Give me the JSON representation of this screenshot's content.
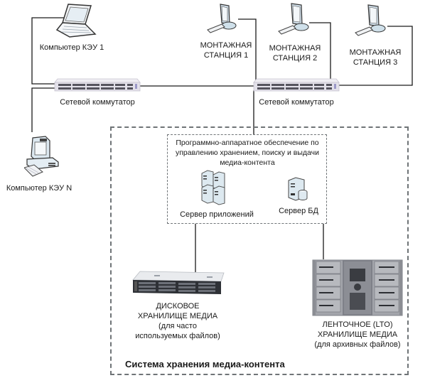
{
  "diagram": {
    "title": "Система хранения медиа-контента",
    "nodes": {
      "laptop_1": {
        "label": "Компьютер КЭУ 1",
        "icon": "laptop-icon"
      },
      "desktop_n": {
        "label": "Компьютер КЭУ N",
        "icon": "desktop-computer-icon"
      },
      "switch_left": {
        "label": "Сетевой коммутатор",
        "icon": "network-switch-icon"
      },
      "switch_right": {
        "label": "Сетевой коммутатор",
        "icon": "network-switch-icon"
      },
      "station_1": {
        "line1": "МОНТАЖНАЯ",
        "line2": "СТАНЦИЯ 1",
        "icon": "workstation-monitor-icon"
      },
      "station_2": {
        "line1": "МОНТАЖНАЯ",
        "line2": "СТАНЦИЯ 2",
        "icon": "workstation-monitor-icon"
      },
      "station_3": {
        "line1": "МОНТАЖНАЯ",
        "line2": "СТАНЦИЯ 3",
        "icon": "workstation-monitor-icon"
      },
      "software_block": {
        "line1": "Программно-аппаратное обеспечение по",
        "line2": "управлению хранением, поиску и выдачи",
        "line3": "медиа-контента"
      },
      "app_server": {
        "label": "Сервер приложений",
        "icon": "server-cluster-icon"
      },
      "db_server": {
        "label": "Сервер БД",
        "icon": "database-server-icon"
      },
      "disk_storage": {
        "line1": "ДИСКОВОЕ",
        "line2": "ХРАНИЛИЩЕ МЕДИА",
        "line3": "(для часто",
        "line4": "используемых файлов)",
        "icon": "rack-disk-storage-icon"
      },
      "tape_storage": {
        "line1": "ЛЕНТОЧНОЕ (LTO)",
        "line2": "ХРАНИЛИЩЕ МЕДИА",
        "line3": "(для архивных файлов)",
        "icon": "tape-library-icon"
      }
    },
    "colors": {
      "line": "#1a1a1a",
      "dash_border": "#6f7477",
      "switch_body": "#e3e1ea",
      "monitor_screen": "#dde9f1",
      "device_dark": "#3c3f45"
    }
  }
}
